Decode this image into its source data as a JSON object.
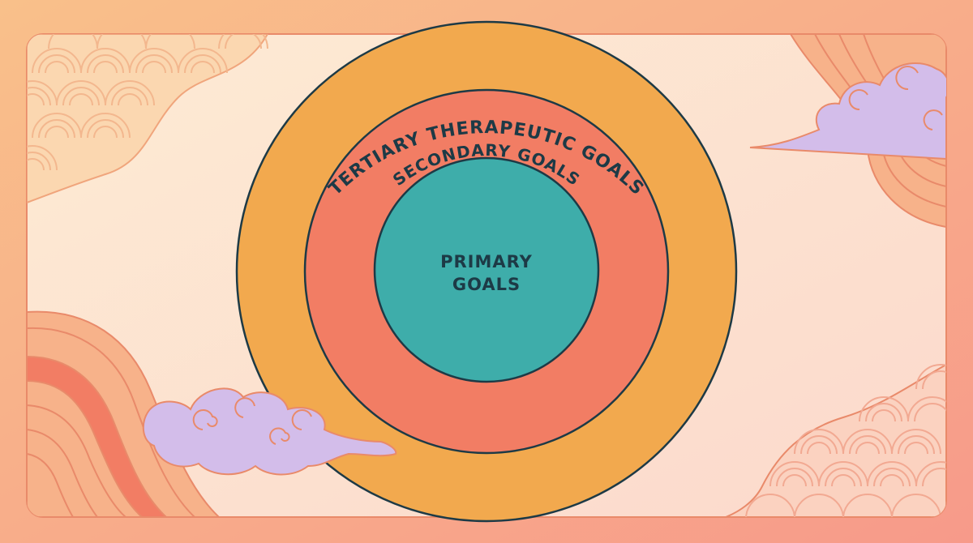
{
  "diagram": {
    "type": "concentric-circles",
    "rings": [
      {
        "id": "tertiary",
        "label": "TERTIARY THERAPEUTIC GOALS",
        "color": "#f2a94e"
      },
      {
        "id": "secondary",
        "label": "SECONDARY GOALS",
        "color": "#f27d64"
      },
      {
        "id": "primary",
        "label_lines": [
          "PRIMARY",
          "GOALS"
        ],
        "color": "#3eadaa"
      }
    ],
    "outline_color": "#1d3a46"
  },
  "background": {
    "outer_gradient": [
      "#f8b87a",
      "#f79a86"
    ],
    "panel_color": "#fde6d2",
    "panel_border": "#e98a6a",
    "cloud_color": "#d3bdea",
    "pattern_color": "#f2a37d"
  }
}
